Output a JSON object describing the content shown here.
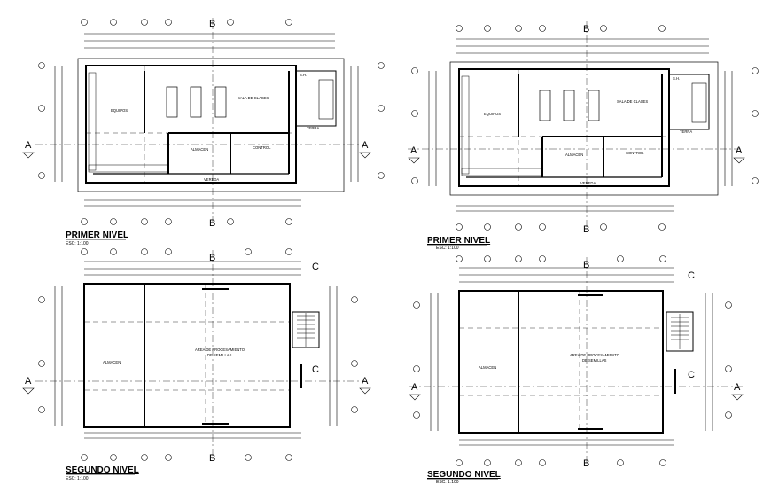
{
  "plans": [
    {
      "id": "primer-nivel-1",
      "title": "PRIMER NIVEL",
      "scale": "ESC: 1:100",
      "rooms": [
        "EQUIPOS",
        "SALA DE CLASES",
        "ALMACEN",
        "CONTROL",
        "VEREDA",
        "S.H.",
        "TERRA"
      ]
    },
    {
      "id": "primer-nivel-2",
      "title": "PRIMER NIVEL",
      "scale": "ESC: 1:100",
      "rooms": [
        "EQUIPOS",
        "SALA DE CLASES",
        "ALMACEN",
        "CONTROL",
        "VEREDA",
        "S.H.",
        "TERRA"
      ]
    },
    {
      "id": "segundo-nivel-1",
      "title": "SEGUNDO NIVEL",
      "scale": "ESC: 1:100",
      "rooms": [
        "ALMACEN",
        "AREA DE PROCESAMIENTO",
        "DE SEMILLAS"
      ]
    },
    {
      "id": "segundo-nivel-2",
      "title": "SEGUNDO NIVEL",
      "scale": "ESC: 1:100",
      "rooms": [
        "ALMACEN",
        "AREA DE PROCESAMIENTO",
        "DE SEMILLAS"
      ]
    }
  ],
  "section_marks": {
    "a": "A",
    "b": "B",
    "c": "C"
  }
}
